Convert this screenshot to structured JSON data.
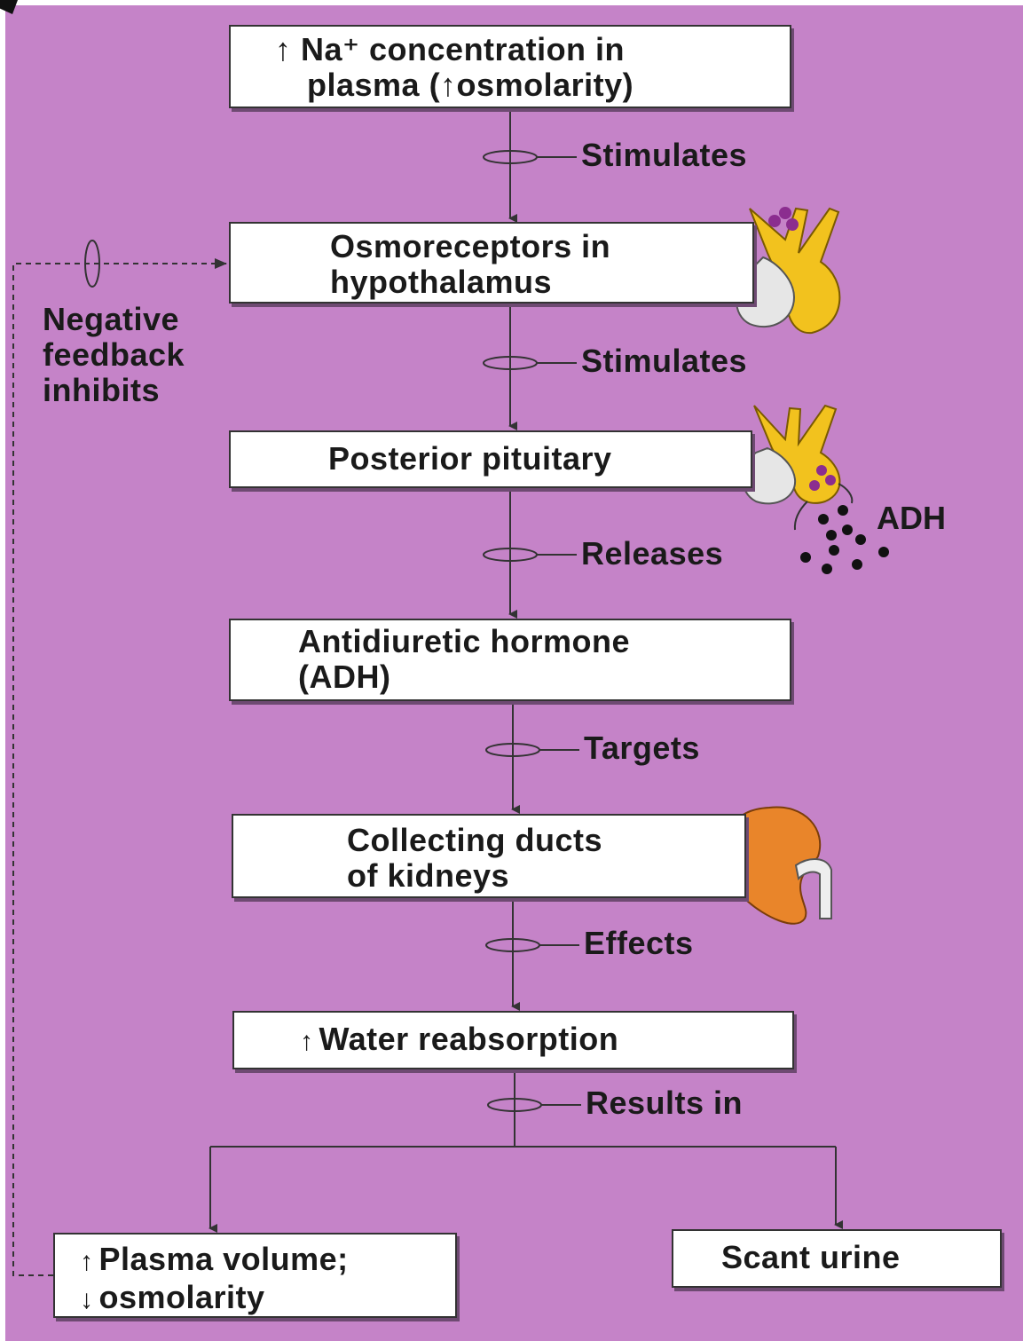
{
  "diagram": {
    "boxes": {
      "na_concentration": {
        "line1": "↑ Na⁺ concentration in",
        "line2": "plasma (↑osmolarity)"
      },
      "osmoreceptors": {
        "line1": "Osmoreceptors in",
        "line2": "hypothalamus"
      },
      "posterior_pituitary": {
        "line1": "Posterior pituitary"
      },
      "adh": {
        "line1": "Antidiuretic hormone",
        "line2": "(ADH)"
      },
      "collecting_ducts": {
        "line1": "Collecting ducts",
        "line2": "of kidneys"
      },
      "water_reabsorption": {
        "arrow": "↑",
        "text": "Water reabsorption"
      },
      "plasma_volume": {
        "arrow1": "↑",
        "text1": "Plasma volume;",
        "arrow2": "↓",
        "text2": "osmolarity"
      },
      "scant_urine": {
        "line1": "Scant urine"
      }
    },
    "connectors": {
      "c1": "Stimulates",
      "c2": "Stimulates",
      "c3": "Releases",
      "c4": "Targets",
      "c5": "Effects",
      "c6": "Results in"
    },
    "feedback": {
      "line1": "Negative",
      "line2": "feedback",
      "line3": "inhibits"
    },
    "adh_release_label": "ADH"
  },
  "colors": {
    "background": "#c583c8",
    "box_fill": "#ffffff",
    "neuron_yellow": "#f2c21e",
    "neuron_grey": "#e6e6e6",
    "vesicle_purple": "#8b2d8f",
    "kidney_orange": "#e9852a",
    "adh_dots": "#111111"
  },
  "icons": {
    "hypothalamus": "neuron-icon",
    "pituitary": "pituitary-icon",
    "kidney": "kidney-icon"
  }
}
